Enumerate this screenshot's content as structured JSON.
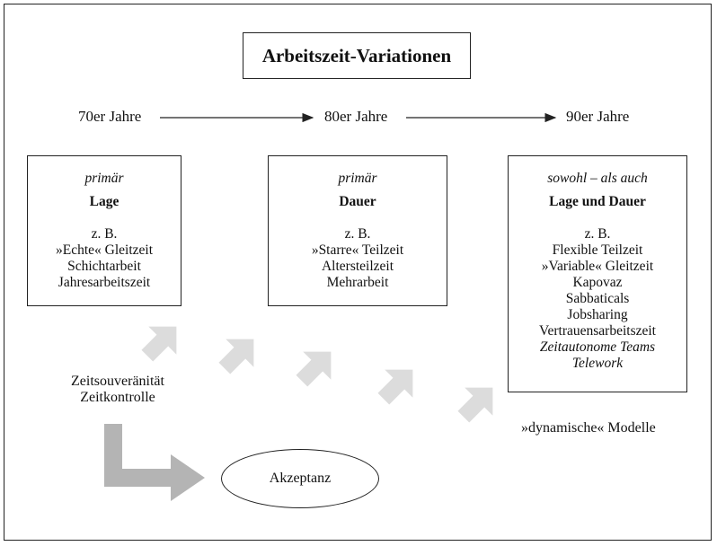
{
  "title": "Arbeitszeit-Variationen",
  "timeline": [
    "70er Jahre",
    "80er Jahre",
    "90er Jahre"
  ],
  "boxes": [
    {
      "qualifier": "primär",
      "heading": "Lage",
      "lines": [
        "z. B.",
        "»Echte« Gleitzeit",
        "Schichtarbeit",
        "Jahresarbeitszeit"
      ]
    },
    {
      "qualifier": "primär",
      "heading": "Dauer",
      "lines": [
        "z. B.",
        "»Starre« Teilzeit",
        "Altersteilzeit",
        "Mehrarbeit"
      ]
    },
    {
      "qualifier": "sowohl – als auch",
      "heading": "Lage und Dauer",
      "lines": [
        "z. B.",
        "Flexible Teilzeit",
        "»Variable« Gleitzeit",
        "Kapovaz",
        "Sabbaticals",
        "Jobsharing",
        "Vertrauensarbeitszeit"
      ],
      "italic_lines": [
        "Zeitautonome Teams",
        "Telework"
      ]
    }
  ],
  "left_label": [
    "Zeitsouveränität",
    "Zeitkontrolle"
  ],
  "right_label": "»dynamische« Modelle",
  "ellipse_label": "Akzeptanz",
  "colors": {
    "line": "#222222",
    "arrow_fill_light": "#dcdcdc",
    "arrow_fill_dark": "#b4b4b4"
  }
}
